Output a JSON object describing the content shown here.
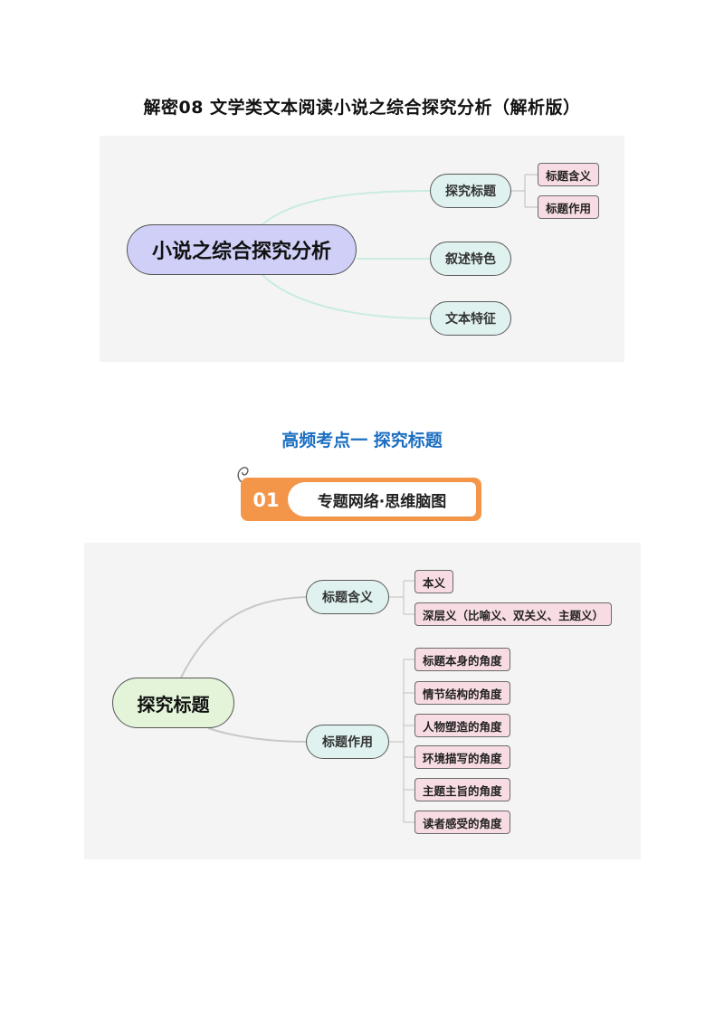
{
  "page_title": "解密08 文学类文本阅读小说之综合探究分析（解析版）",
  "map1": {
    "central": "小说之综合探究分析",
    "branches": [
      {
        "label": "探究标题",
        "children": [
          "标题含义",
          "标题作用"
        ]
      },
      {
        "label": "叙述特色"
      },
      {
        "label": "文本特征"
      }
    ]
  },
  "section": {
    "title": "高频考点一  探究标题",
    "banner_number": "01",
    "banner_text": "专题网络·思维脑图",
    "banner_color": "#f4964a"
  },
  "map2": {
    "central": "探究标题",
    "branches": [
      {
        "label": "标题含义",
        "children": [
          "本义",
          "深层义（比喻义、双关义、主题义）"
        ]
      },
      {
        "label": "标题作用",
        "children": [
          "标题本身的角度",
          "情节结构的角度",
          "人物塑造的角度",
          "环境描写的角度",
          "主题主旨的角度",
          "读者感受的角度"
        ]
      }
    ]
  },
  "colors": {
    "central1_fill": "#cfcff7",
    "central2_fill": "#e3f4d8",
    "branch_fill": "#dff2ef",
    "leaf_fill": "#f8dce3",
    "section_title": "#1c6fc1"
  }
}
